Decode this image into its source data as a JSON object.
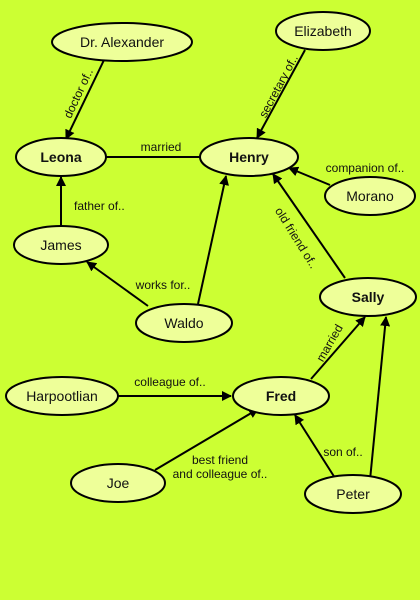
{
  "colors": {
    "background": "#ccff33",
    "node_fill": "#eeff99",
    "stroke": "#000000"
  },
  "nodes": {
    "dr_alexander": {
      "label": "Dr. Alexander"
    },
    "elizabeth": {
      "label": "Elizabeth"
    },
    "leona": {
      "label": "Leona"
    },
    "henry": {
      "label": "Henry"
    },
    "morano": {
      "label": "Morano"
    },
    "james": {
      "label": "James"
    },
    "waldo": {
      "label": "Waldo"
    },
    "sally": {
      "label": "Sally"
    },
    "harpootlian": {
      "label": "Harpootlian"
    },
    "fred": {
      "label": "Fred"
    },
    "joe": {
      "label": "Joe"
    },
    "peter": {
      "label": "Peter"
    }
  },
  "edges": {
    "doctor_of": {
      "label": "doctor of.."
    },
    "secretary_of": {
      "label": "secretary of.."
    },
    "married_leona_henry": {
      "label": "married"
    },
    "companion_of": {
      "label": "companion of.."
    },
    "father_of": {
      "label": "father of.."
    },
    "old_friend_of": {
      "label": "old friend of.."
    },
    "works_for": {
      "label": "works for.."
    },
    "married_sally_fred": {
      "label": "married"
    },
    "colleague_of": {
      "label": "colleague of.."
    },
    "best_friend_line1": {
      "label": "best friend"
    },
    "best_friend_line2": {
      "label": "and colleague of.."
    },
    "son_of": {
      "label": "son of.."
    }
  }
}
